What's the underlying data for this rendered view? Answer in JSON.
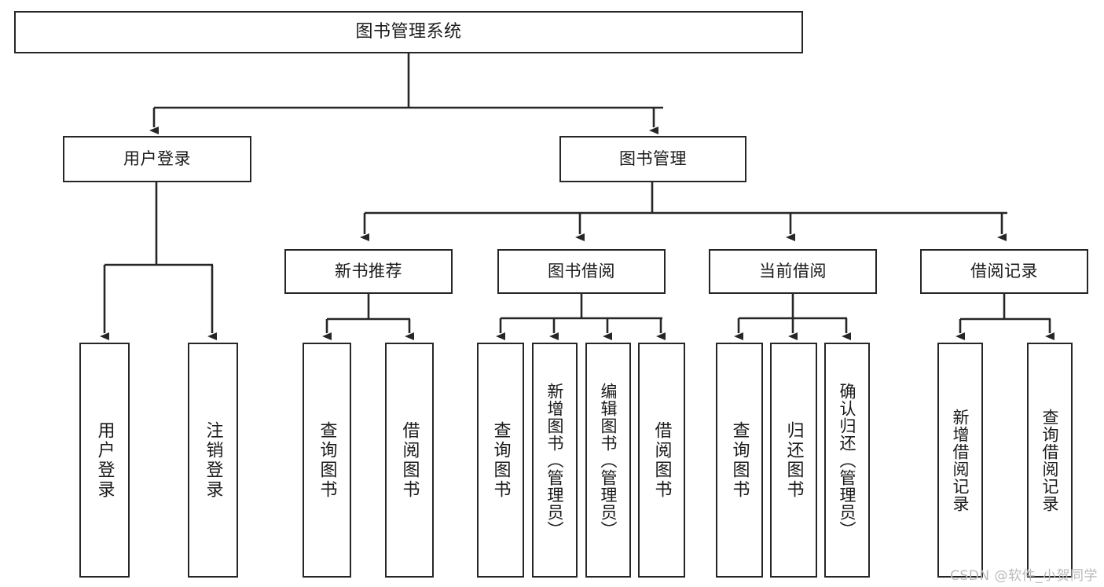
{
  "diagram": {
    "type": "tree-hierarchy",
    "title": "图书管理系统",
    "root": {
      "id": "root",
      "label": "图书管理系统"
    },
    "level1": [
      {
        "id": "user-login",
        "label": "用户登录"
      },
      {
        "id": "book-manage",
        "label": "图书管理"
      }
    ],
    "level2": [
      {
        "id": "new-book-rec",
        "label": "新书推荐",
        "parent": "book-manage"
      },
      {
        "id": "book-borrow",
        "label": "图书借阅",
        "parent": "book-manage"
      },
      {
        "id": "current-borrow",
        "label": "当前借阅",
        "parent": "book-manage"
      },
      {
        "id": "borrow-record",
        "label": "借阅记录",
        "parent": "book-manage"
      }
    ],
    "leaves": {
      "user_login": [
        {
          "id": "leaf-user-login",
          "label": "用户登录"
        },
        {
          "id": "leaf-logout",
          "label": "注销登录"
        }
      ],
      "new_book_rec": [
        {
          "id": "leaf-query-book-1",
          "label": "查询图书"
        },
        {
          "id": "leaf-borrow-book-1",
          "label": "借阅图书"
        }
      ],
      "book_borrow": [
        {
          "id": "leaf-query-book-2",
          "label": "查询图书"
        },
        {
          "id": "leaf-add-book",
          "label": "新增图书（管理员）"
        },
        {
          "id": "leaf-edit-book",
          "label": "编辑图书（管理员）"
        },
        {
          "id": "leaf-borrow-book-2",
          "label": "借阅图书"
        }
      ],
      "current_borrow": [
        {
          "id": "leaf-query-book-3",
          "label": "查询图书"
        },
        {
          "id": "leaf-return-book",
          "label": "归还图书"
        },
        {
          "id": "leaf-confirm-return",
          "label": "确认归还（管理员）"
        }
      ],
      "borrow_record": [
        {
          "id": "leaf-add-record",
          "label": "新增借阅记录"
        },
        {
          "id": "leaf-query-record",
          "label": "查询借阅记录"
        }
      ]
    },
    "colors": {
      "stroke": "#262626",
      "fill": "#ffffff",
      "text": "#1a1a1a",
      "watermark": "#b9b9b9"
    }
  },
  "watermark": {
    "text": "CSDN @软件_小贺同学"
  }
}
